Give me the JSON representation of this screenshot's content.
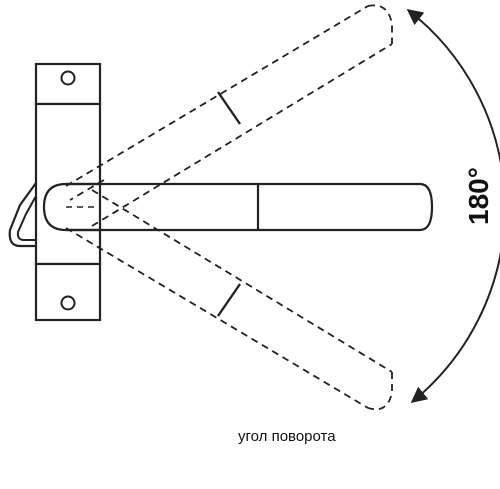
{
  "diagram": {
    "angle_label": "180°",
    "caption": "угол поворота",
    "rotation_range_deg": 180,
    "colors": {
      "stroke": "#222222",
      "background": "#ffffff"
    }
  }
}
